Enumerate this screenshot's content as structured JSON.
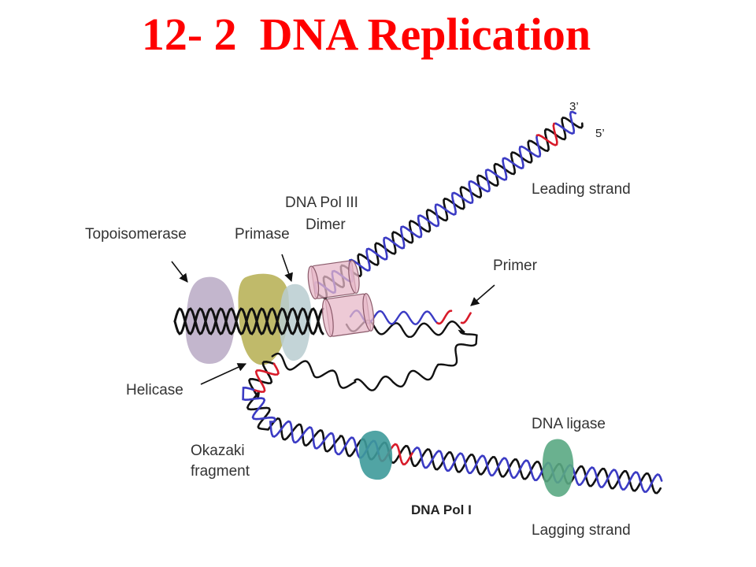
{
  "slide": {
    "title": "12- 2  DNA Replication"
  },
  "labels": {
    "three_prime": "3’",
    "five_prime": "5’",
    "leading_strand": "Leading strand",
    "dna_pol_iii_line1": "DNA Pol III",
    "dna_pol_iii_line2": "Dimer",
    "topoisomerase": "Topoisomerase",
    "primase": "Primase",
    "primer": "Primer",
    "helicase": "Helicase",
    "dna_ligase": "DNA ligase",
    "okazaki_line1": "Okazaki",
    "okazaki_line2": "fragment",
    "dna_pol_i": "DNA Pol I",
    "lagging_strand": "Lagging strand"
  },
  "colors": {
    "title": "#ff0000",
    "parent_strand": "#111111",
    "new_strand": "#3b3bc4",
    "rna_primer": "#d81b2a",
    "topoisomerase": "#b9a9c4",
    "helicase": "#b9b35a",
    "primase": "#b9ccd0",
    "dna_pol_iii": "#e7b8c8",
    "dna_pol_i": "#3e9a9a",
    "dna_ligase": "#5aa883"
  }
}
